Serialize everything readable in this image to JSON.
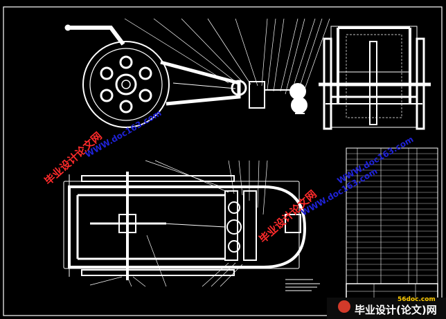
{
  "drawing": {
    "background_color": "#000000",
    "line_color": "#ffffff"
  },
  "watermarks": [
    {
      "text": "毕业设计论文网",
      "color": "#ff2b2b"
    },
    {
      "text": "WWW.doc163.com",
      "color": "#1f22d6"
    }
  ],
  "logo": {
    "text": "毕业设计(论文)网",
    "site": "56doc.com",
    "icon": "circle-logo-icon"
  }
}
